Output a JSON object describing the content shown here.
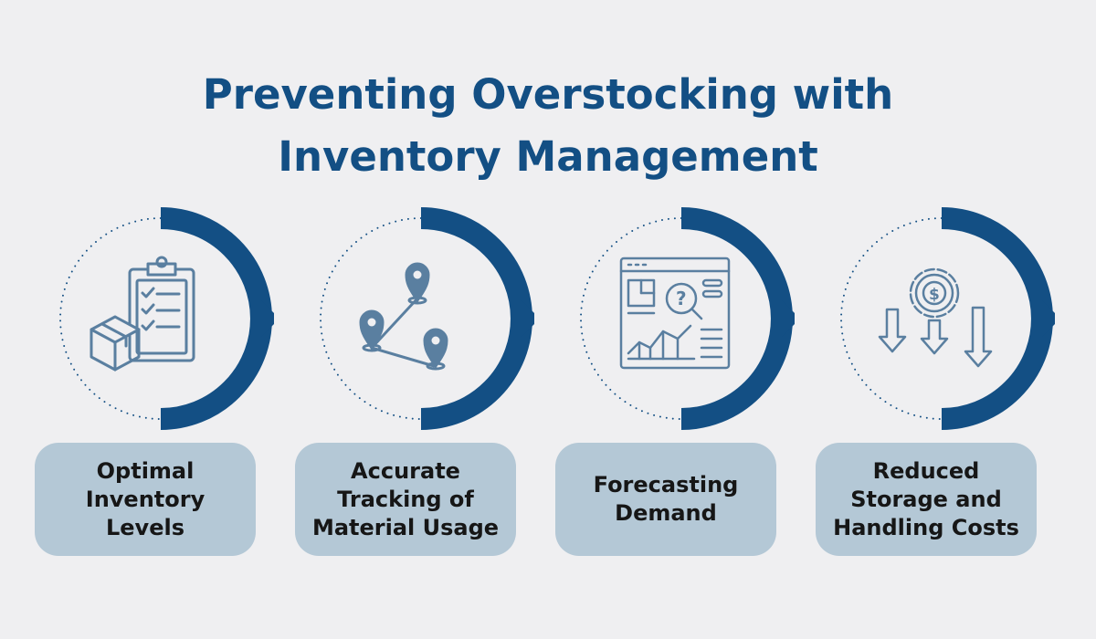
{
  "title": {
    "line1": "Preventing Overstocking with",
    "line2": "Inventory Management"
  },
  "colors": {
    "background": "#efeff1",
    "title": "#134f84",
    "arc": "#134f84",
    "icon": "#5a7fa0",
    "label_box": "#b4c8d6",
    "label_text": "#161616"
  },
  "steps": [
    {
      "label": "Optimal Inventory Levels",
      "icon": "clipboard-checklist-box-icon"
    },
    {
      "label": "Accurate Tracking of Material Usage",
      "icon": "map-pins-route-icon"
    },
    {
      "label": "Forecasting Demand",
      "icon": "dashboard-analytics-icon"
    },
    {
      "label": "Reduced Storage and Handling Costs",
      "icon": "gear-dollar-down-arrows-icon"
    }
  ]
}
